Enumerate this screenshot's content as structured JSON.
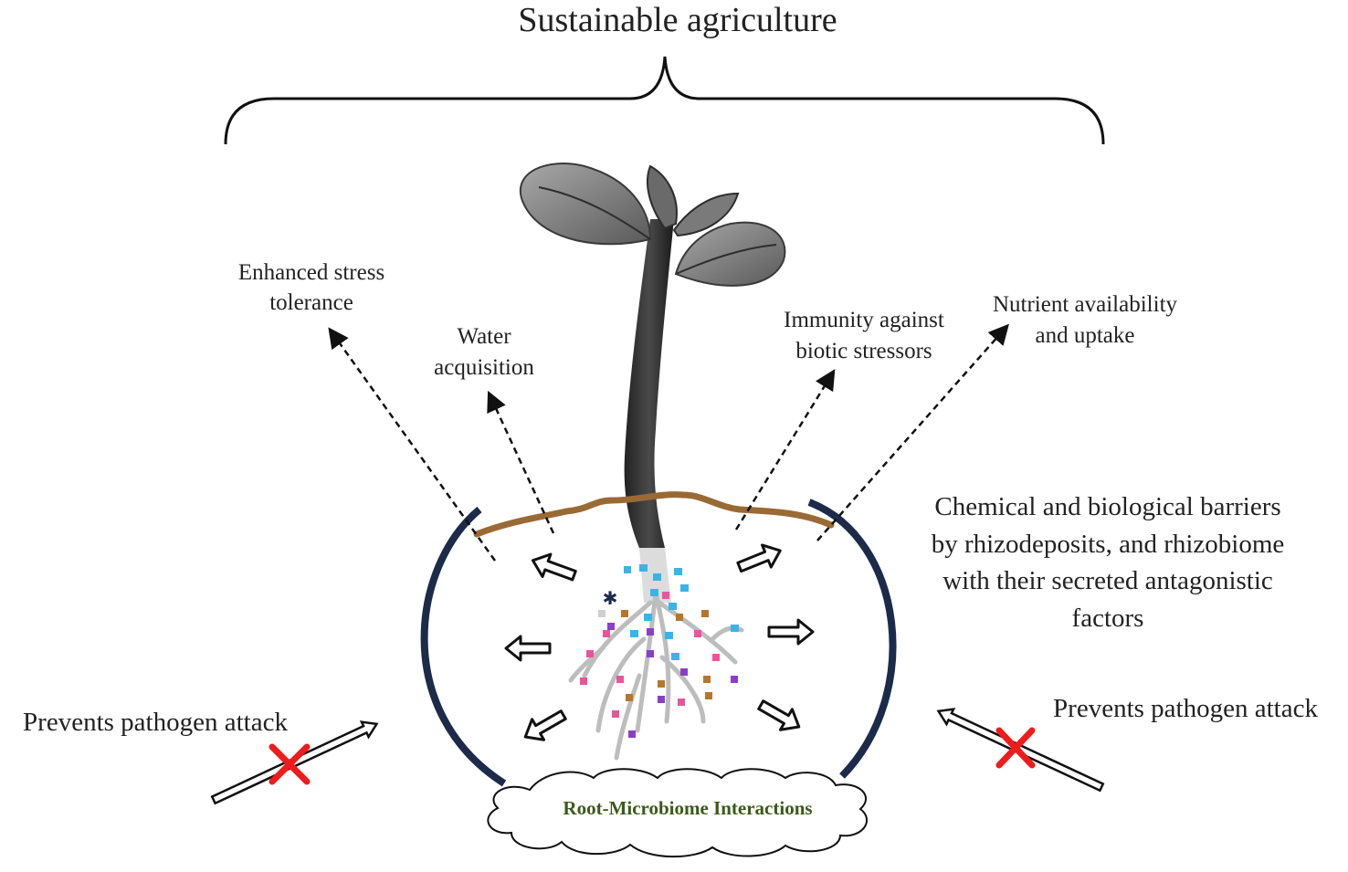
{
  "title": "Sustainable agriculture",
  "labels": {
    "stress_line1": "Enhanced stress",
    "stress_line2": "tolerance",
    "water_line1": "Water",
    "water_line2": "acquisition",
    "immunity_line1": "Immunity against",
    "immunity_line2": "biotic stressors",
    "nutrient_line1": "Nutrient availability",
    "nutrient_line2": "and uptake",
    "barrier_line1": "Chemical and biological barriers",
    "barrier_line2": "by rhizodeposits, and rhizobiome",
    "barrier_line3": "with their secreted antagonistic",
    "barrier_line4": "factors",
    "pathogen_left": "Prevents pathogen attack",
    "pathogen_right": "Prevents pathogen attack",
    "cloud": "Root-Microbiome Interactions"
  },
  "colors": {
    "soil": "#9a6a35",
    "barrier": "#1c2b4a",
    "block_mark": "#ee1c1c",
    "cloud_text": "#3b5a1a",
    "microbe_blue": "#39b4e8",
    "microbe_pink": "#e8559c",
    "microbe_purple": "#8a3fc9",
    "microbe_orange": "#b8762a"
  }
}
